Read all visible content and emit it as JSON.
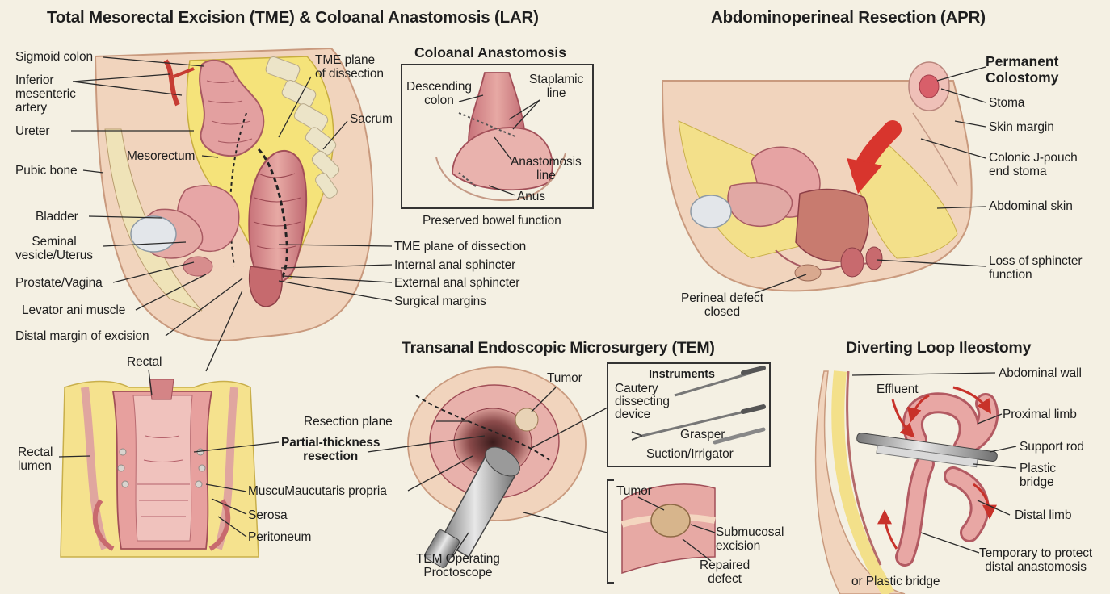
{
  "titles": {
    "tme": "Total Mesorectal Excision (TME) & Coloanal Anastomosis (LAR)",
    "apr": "Abdominoperineal Resection (APR)",
    "coloanal": "Coloanal Anastomosis",
    "tem": "Transanal Endoscopic Microsurgery (TEM)",
    "ileostomy": "Diverting Loop Ileostomy"
  },
  "tme_labels": {
    "sigmoid": "Sigmoid colon",
    "ima": "Inferior\nmesenteric\nartery",
    "ureter": "Ureter",
    "pubic": "Pubic bone",
    "mesorectum": "Mesorectum",
    "bladder": "Bladder",
    "seminal": "Seminal\nvesicle/Uterus",
    "prostate": "Prostate/Vagina",
    "levator": "Levator ani muscle",
    "distal": "Distal margin of excision",
    "plane_top": "TME plane\nof dissection",
    "sacrum": "Sacrum",
    "plane": "TME plane of dissection",
    "internal": "Internal anal sphincter",
    "external": "External anal sphincter",
    "margins": "Surgical margins"
  },
  "coloanal_labels": {
    "descending": "Descending\ncolon",
    "staple": "Staplamic\nline",
    "anastomosis": "Anastomosis\nline",
    "anus": "Anus",
    "caption": "Preserved bowel function"
  },
  "apr_labels": {
    "colostomy": "Permanent\nColostomy",
    "stoma": "Stoma",
    "skin_margin": "Skin margin",
    "jpouch": "Colonic J-pouch\nend stoma",
    "abd_skin": "Abdominal skin",
    "sphincter": "Loss of sphincter\nfunction",
    "perineal": "Perineal defect\nclosed"
  },
  "rectal_labels": {
    "rectal": "Rectal",
    "lumen": "Rectal\nlumen",
    "resection_plane": "Resection plane",
    "partial": "Partial-thickness\nresection",
    "muscularis": "MuscuMaucutaris propria",
    "serosa": "Serosa",
    "peritoneum": "Peritoneum"
  },
  "tem_labels": {
    "tumor": "Tumor",
    "proctoscope": "TEM Operating\nProctoscope",
    "instruments": "Instruments",
    "cautery": "Cautery\ndissecting\ndevice",
    "grasper": "Grasper",
    "suction": "Suction/Irrigator",
    "tumor2": "Tumor",
    "submucosal": "Submucosal\nexcision",
    "repaired": "Repaired\ndefect"
  },
  "ileo_labels": {
    "abd_wall": "Abdominal wall",
    "effluent": "Effluent",
    "proximal": "Proximal limb",
    "rod": "Support rod",
    "bridge": "Plastic\nbridge",
    "distal": "Distal limb",
    "temporary": "Temporary to protect\ndistal anastomosis",
    "or_bridge": "or Plastic bridge"
  },
  "colors": {
    "background": "#f4f0e3",
    "skin": "#f3d7c2",
    "fat": "#f3e08a",
    "bowel": "#dc8f8f",
    "bowel_dark": "#b8606a",
    "muscle": "#c86a6e",
    "bone": "#e9e3cf",
    "arrow": "#d8352d",
    "line": "#2a2a2a"
  }
}
